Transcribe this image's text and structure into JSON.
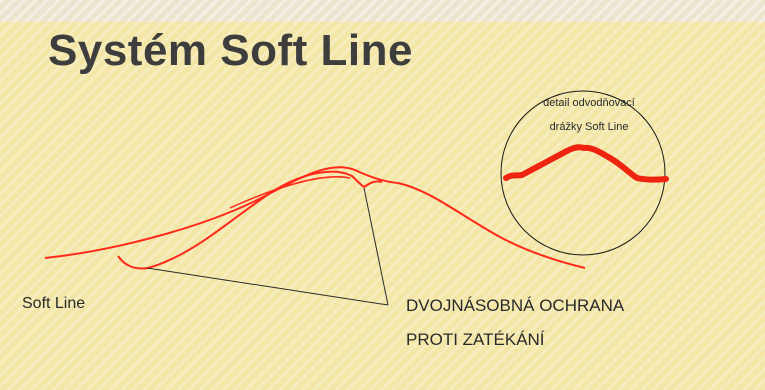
{
  "title": "Systém Soft Line",
  "detail_label_line1": "detail odvodňovací",
  "detail_label_line2": "drážky Soft Line",
  "soft_line_label": "Soft Line",
  "protection_label_line1": "DVOJNÁSOBNÁ OCHRANA",
  "protection_label_line2": "PROTI ZATÉKÁNÍ",
  "colors": {
    "profile_red": "#ff2a1a",
    "detail_red": "#ef2410",
    "background": "#f3e6a6",
    "title_text": "#3d3d3d"
  }
}
